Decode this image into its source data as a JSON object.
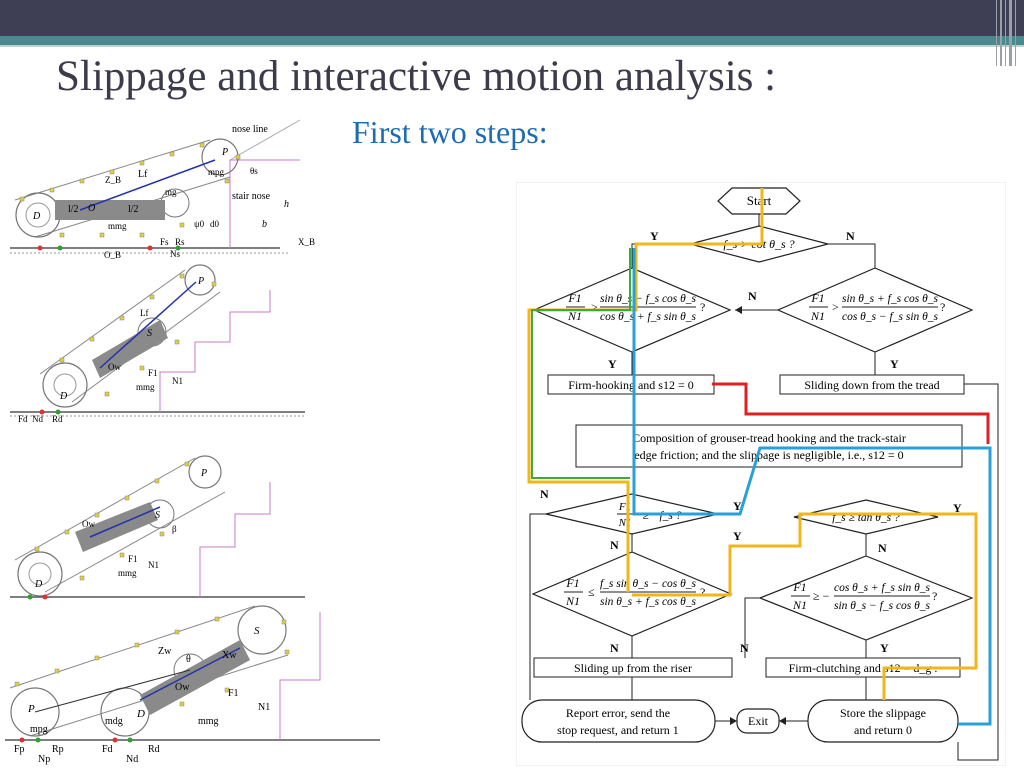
{
  "slide": {
    "title": "Slippage and interactive motion analysis :",
    "subtitle": "First two steps:"
  },
  "colors": {
    "header_dark": "#3e3f55",
    "header_teal": "#4a8a8c",
    "title_color": "#3b3b4a",
    "subtitle_color": "#1c6bb3",
    "path_yellow": "#f2b61d",
    "path_red": "#e02020",
    "path_blue": "#2aa0d8",
    "path_green": "#3caa3c"
  },
  "robot_diagrams": {
    "step1_labels": {
      "nose_line": "nose line",
      "stair_nose": "stair nose",
      "L_f": "Lf",
      "Z_B": "Z_B",
      "P": "P",
      "D": "D",
      "O": "O",
      "l_half_1": "l/2",
      "l_half_2": "l/2",
      "theta_s": "θs",
      "h": "h",
      "b": "b",
      "d0": "d0",
      "psi0": "ψ0",
      "mg": "mg",
      "mmg": "mmg",
      "mpg": "mpg",
      "X_B": "X_B",
      "O_B": "O_B",
      "F_s": "Fs",
      "R_s": "Rs",
      "N_s": "Ns"
    },
    "step2_labels": {
      "P": "P",
      "D": "D",
      "S": "S",
      "O": "Ow",
      "F1": "F1",
      "N1": "N1",
      "mmg": "mmg",
      "Fd": "Fd",
      "Nd": "Nd",
      "Rd": "Rd",
      "Lf": "Lf"
    },
    "step3_labels": {
      "P": "P",
      "D": "D",
      "S": "S",
      "O": "Ow",
      "F1": "F1",
      "N1": "N1",
      "mmg": "mmg",
      "beta": "β"
    },
    "step4_labels": {
      "S": "S",
      "P": "P",
      "D": "D",
      "O": "Ow",
      "F1": "F1",
      "N1": "N1",
      "mmg": "mmg",
      "mpg": "mpg",
      "mdg": "mdg",
      "theta": "θ",
      "Fp": "Fp",
      "Np": "Np",
      "Rp": "Rp",
      "Fd": "Fd",
      "Nd": "Nd",
      "Rd": "Rd",
      "Zw": "Zw",
      "Xw": "Xw"
    }
  },
  "flowchart": {
    "start": "Start",
    "d1": "f_s > cot θ_s ?",
    "d2_num": "sin θ_s − f_s cos θ_s",
    "d2_den": "cos θ_s + f_s sin θ_s",
    "d2_lhs_num": "F1",
    "d2_lhs_den": "N1",
    "d2_op": ">",
    "d3_num": "sin θ_s + f_s cos θ_s",
    "d3_den": "cos θ_s − f_s sin θ_s",
    "d3_lhs_num": "F1",
    "d3_lhs_den": "N1",
    "d3_op": ">",
    "box_firm_hooking": "Firm-hooking and s12 = 0",
    "box_sliding_down": "Sliding down from the tread",
    "box_composition_1": "Composition of grouser-tread hooking and the track-stair",
    "box_composition_2": "edge friction; and the slippage is negligible, i.e.,   s12 = 0",
    "d4_text": "≥ −f_s ?",
    "d4_lhs_num": "F1",
    "d4_lhs_den": "N1",
    "d5_text": "f_s ≥ tan θ_s ?",
    "d6_num": "f_s sin θ_s − cos θ_s",
    "d6_den": "sin θ_s + f_s cos θ_s",
    "d6_lhs_num": "F1",
    "d6_lhs_den": "N1",
    "d6_op": "≤",
    "d7_num": "cos θ_s + f_s sin θ_s",
    "d7_den": "sin θ_s − f_s cos θ_s",
    "d7_lhs_num": "F1",
    "d7_lhs_den": "N1",
    "d7_op": "≥ −",
    "box_sliding_up": "Sliding up from the riser",
    "box_firm_clutching": "Firm-clutching and s12 = d_g .",
    "report_1": "Report error, send the",
    "report_2": "stop request, and return 1",
    "exit": "Exit",
    "store_1": "Store the slippage",
    "store_2": "and return 0",
    "q": "?",
    "Y": "Y",
    "N": "N"
  }
}
